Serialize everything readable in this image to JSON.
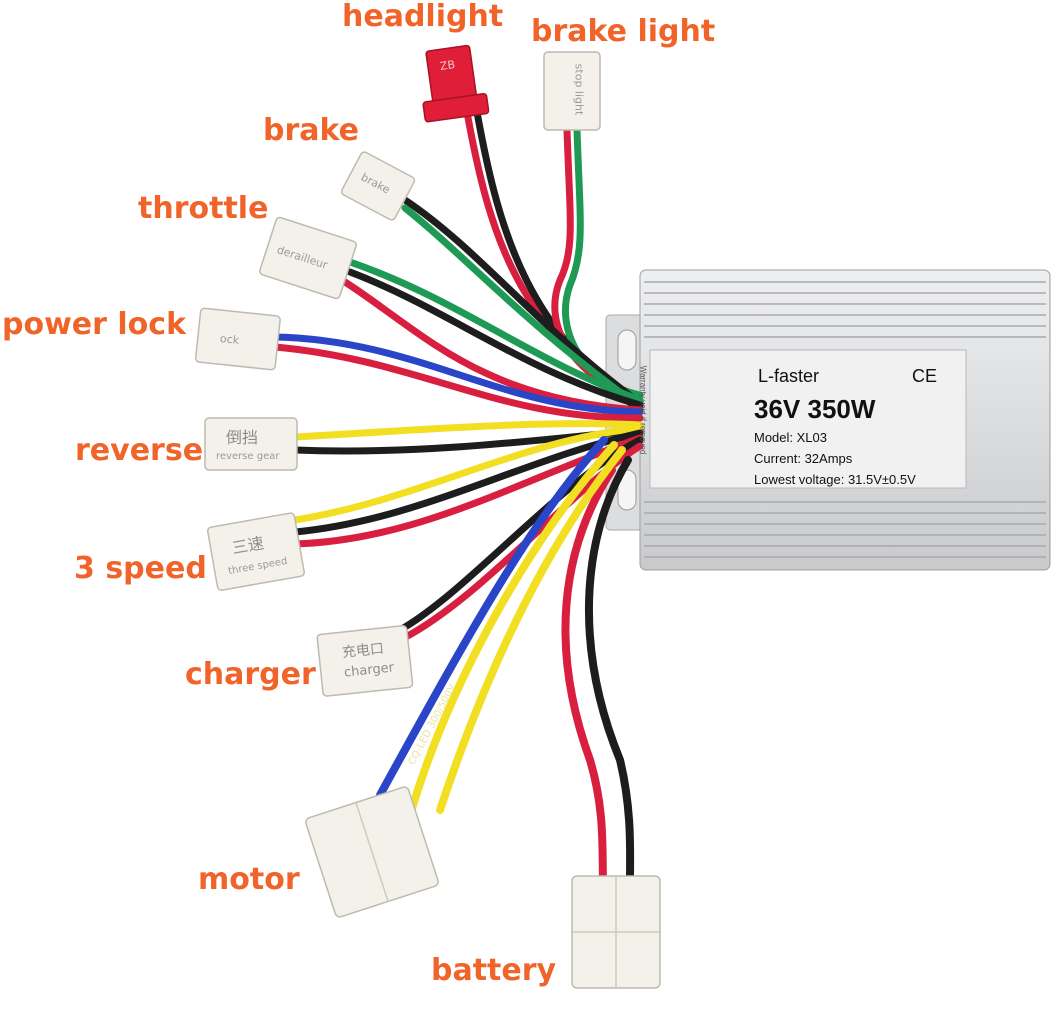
{
  "labels": {
    "headlight": "headlight",
    "brake_light": "brake light",
    "brake": "brake",
    "throttle": "throttle",
    "power_lock": "power lock",
    "reverse": "reverse",
    "three_speed": "3 speed",
    "charger": "charger",
    "motor": "motor",
    "battery": "battery"
  },
  "connector_text": {
    "brake": "brake",
    "throttle": "derailleur",
    "power_lock": "ock",
    "reverse_cn": "倒挡",
    "reverse": "reverse gear",
    "three_speed_cn": "三速",
    "three_speed": "three speed",
    "charger_cn": "充电口",
    "charger": "charger",
    "headlight": "ZB",
    "brake_light": "stop light"
  },
  "controller": {
    "brand": "L-faster",
    "mark": "CE",
    "rating": "36V 350W",
    "model": "Model: XL03",
    "current": "Current: 32Amps",
    "lowest_voltage": "Lowest voltage: 31.5V±0.5V",
    "warranty": "Warranty void if removed"
  },
  "wire_print": "CQ-LED 300/500V",
  "colors": {
    "label_orange": "#f0642a",
    "wire_red": "#d81f3f",
    "wire_black": "#1d1d1d",
    "wire_green": "#1f9a55",
    "wire_blue": "#2a45c8",
    "wire_yellow": "#f2df22",
    "headlight_red": "#e01e37",
    "connector_white": "#f3f1ea",
    "housing_silver": "#d9dadc"
  }
}
